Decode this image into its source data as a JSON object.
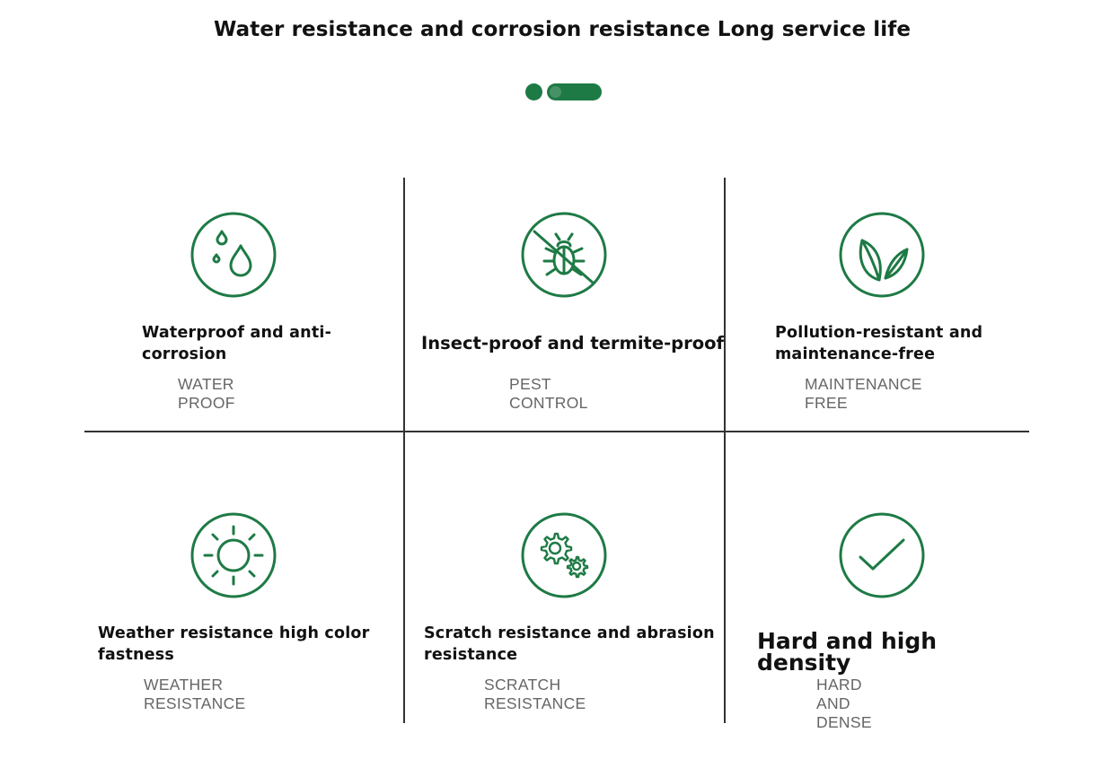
{
  "title": "Water resistance and corrosion resistance Long service life",
  "colors": {
    "accent": "#1e7a45",
    "divider": "#333333",
    "subtitle": "#666666"
  },
  "pager": {
    "total": 2,
    "active_index": 1
  },
  "features": [
    {
      "icon": "water-drops-icon",
      "name": "Waterproof and anti-\ncorrosion",
      "subtitle": "WATER PROOF"
    },
    {
      "icon": "no-bug-icon",
      "name": "Insect-proof and termite-proof",
      "subtitle": "PEST CONTROL"
    },
    {
      "icon": "leaves-icon",
      "name": "Pollution-resistant and\nmaintenance-free",
      "subtitle": "MAINTENANCE FREE"
    },
    {
      "icon": "sun-icon",
      "name": "Weather resistance high color\nfastness",
      "subtitle": "WEATHER RESISTANCE"
    },
    {
      "icon": "gears-icon",
      "name": "Scratch resistance and abrasion\nresistance",
      "subtitle": "SCRATCH RESISTANCE"
    },
    {
      "icon": "checkmark-icon",
      "name": "Hard and high density",
      "subtitle": "HARD AND DENSE"
    }
  ]
}
